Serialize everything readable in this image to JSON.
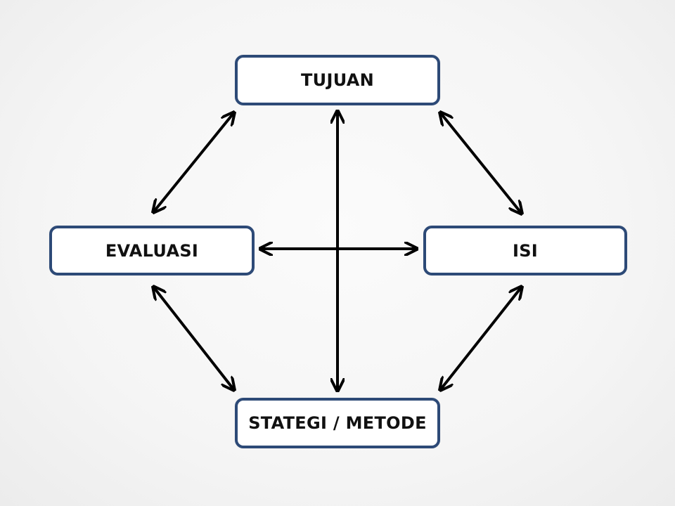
{
  "diagram": {
    "nodes": {
      "top": {
        "label": "TUJUAN"
      },
      "left": {
        "label": "EVALUASI"
      },
      "right": {
        "label": "ISI"
      },
      "bottom": {
        "label": "STATEGI / METODE"
      }
    },
    "connections": [
      {
        "from": "TUJUAN",
        "to": "EVALUASI",
        "direction": "bidirectional"
      },
      {
        "from": "TUJUAN",
        "to": "ISI",
        "direction": "bidirectional"
      },
      {
        "from": "TUJUAN",
        "to": "STATEGI / METODE",
        "direction": "bidirectional"
      },
      {
        "from": "EVALUASI",
        "to": "ISI",
        "direction": "bidirectional"
      },
      {
        "from": "EVALUASI",
        "to": "STATEGI / METODE",
        "direction": "bidirectional"
      },
      {
        "from": "ISI",
        "to": "STATEGI / METODE",
        "direction": "bidirectional"
      }
    ],
    "colors": {
      "box_border": "#2d4a77",
      "box_fill": "#ffffff",
      "arrow": "#000000",
      "text": "#111111"
    }
  }
}
